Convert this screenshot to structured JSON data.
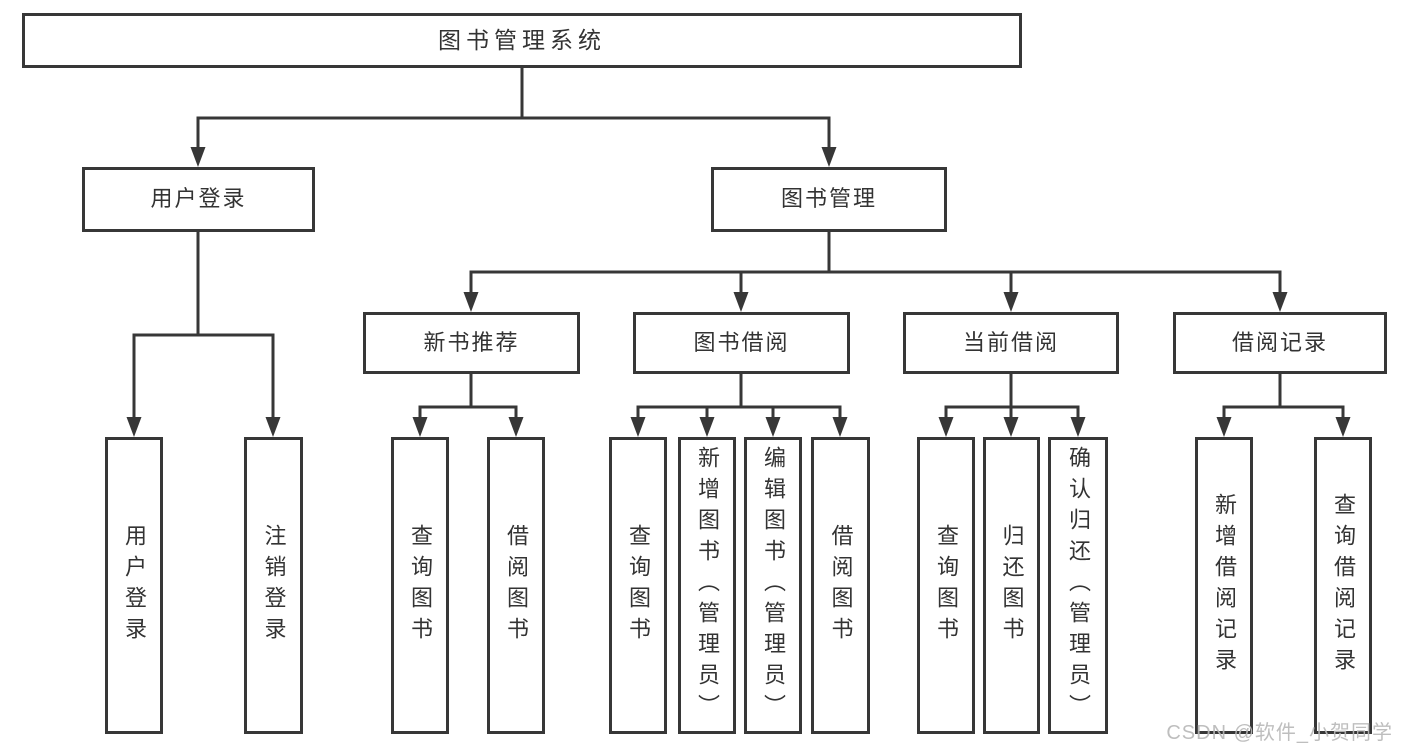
{
  "diagram": {
    "root": {
      "label": "图书管理系统",
      "children": [
        {
          "label": "用户登录",
          "children": [
            {
              "label": "用户登录"
            },
            {
              "label": "注销登录"
            }
          ]
        },
        {
          "label": "图书管理",
          "children": [
            {
              "label": "新书推荐",
              "children": [
                {
                  "label": "查询图书"
                },
                {
                  "label": "借阅图书"
                }
              ]
            },
            {
              "label": "图书借阅",
              "children": [
                {
                  "label": "查询图书"
                },
                {
                  "label": "新增图书（管理员）"
                },
                {
                  "label": "编辑图书（管理员）"
                },
                {
                  "label": "借阅图书"
                }
              ]
            },
            {
              "label": "当前借阅",
              "children": [
                {
                  "label": "查询图书"
                },
                {
                  "label": "归还图书"
                },
                {
                  "label": "确认归还（管理员）"
                }
              ]
            },
            {
              "label": "借阅记录",
              "children": [
                {
                  "label": "新增借阅记录"
                },
                {
                  "label": "查询借阅记录"
                }
              ]
            }
          ]
        }
      ]
    }
  },
  "watermark": {
    "text": "CSDN @软件_小贺同学"
  },
  "colors": {
    "line": "#373737",
    "text": "#333333",
    "watermark": "#b9b9b9",
    "background": "#ffffff"
  }
}
